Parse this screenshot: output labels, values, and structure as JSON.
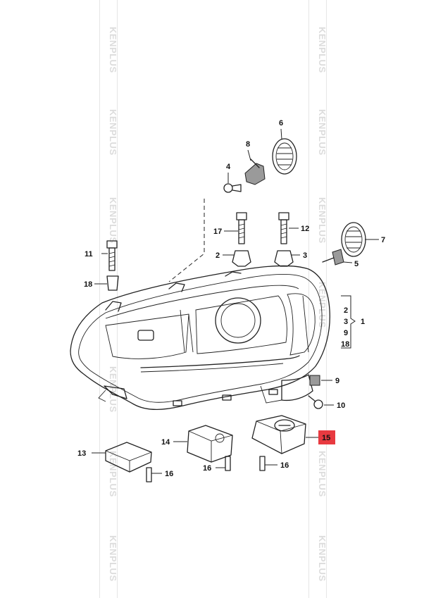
{
  "watermark": "KENPLUS",
  "callouts": {
    "c1": "1",
    "c2": "2",
    "c3": "3",
    "c4": "4",
    "c5": "5",
    "c6": "6",
    "c7": "7",
    "c8": "8",
    "c9": "9",
    "c10": "10",
    "c11": "11",
    "c12": "12",
    "c13": "13",
    "c14": "14",
    "c15": "15",
    "c16a": "16",
    "c16b": "16",
    "c16c": "16",
    "c17": "17",
    "c18": "18",
    "c2b": "2",
    "c3b": "3"
  },
  "bracket_list": [
    "2",
    "3",
    "9",
    "18"
  ],
  "highlight": {
    "part": "15",
    "color": "#e83a40"
  }
}
